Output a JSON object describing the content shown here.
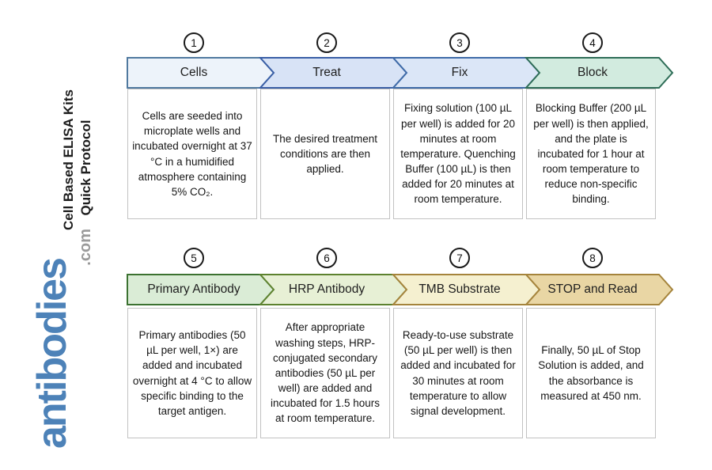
{
  "page": {
    "background": "#ffffff"
  },
  "sidebar": {
    "title_line1": "Cell Based ELISA Kits",
    "title_line2": "Quick Protocol",
    "title_color": "#1d1d1d"
  },
  "brand": {
    "name": "antibodies",
    "tld": ".com",
    "name_color": "#4d82b8",
    "tld_color": "#9a9a9a"
  },
  "steps": [
    {
      "number": "1",
      "label": "Cells",
      "fill": "#edf3fa",
      "stroke": "#50799f",
      "description": "Cells are seeded into microplate wells and incubated overnight at 37 °C in a humidified atmosphere containing 5% CO₂."
    },
    {
      "number": "2",
      "label": "Treat",
      "fill": "#d8e3f6",
      "stroke": "#3a5fa6",
      "description": "The desired treatment conditions are then applied."
    },
    {
      "number": "3",
      "label": "Fix",
      "fill": "#dbe6f7",
      "stroke": "#3f6ba8",
      "description": "Fixing solution (100 µL per well) is added for 20 minutes at room temperature. Quenching Buffer (100 µL) is then added for 20 minutes at room temperature."
    },
    {
      "number": "4",
      "label": "Block",
      "fill": "#d2ebdf",
      "stroke": "#2e6d57",
      "description": "Blocking Buffer (200 µL per well) is then applied, and the plate is incubated for 1 hour at room temperature to reduce non-specific binding."
    },
    {
      "number": "5",
      "label": "Primary Antibody",
      "fill": "#daecd6",
      "stroke": "#3c7231",
      "description": "Primary antibodies (50 µL per well, 1×) are added and incubated overnight at 4 °C to allow specific binding to the target antigen."
    },
    {
      "number": "6",
      "label": "HRP Antibody",
      "fill": "#e7f0d5",
      "stroke": "#5d822f",
      "description": "After appropriate washing steps, HRP-conjugated secondary antibodies (50 µL per well) are added and incubated for 1.5 hours at room temperature."
    },
    {
      "number": "7",
      "label": "TMB Substrate",
      "fill": "#f5f0d0",
      "stroke": "#a5843c",
      "description": "Ready-to-use substrate (50 µL per well) is then added and incubated for 30 minutes at room temperature to allow signal development."
    },
    {
      "number": "8",
      "label": "STOP and Read",
      "fill": "#e9d6a4",
      "stroke": "#a5843c",
      "description": "Finally, 50 µL of Stop Solution is added, and the absorbance is measured at 450 nm."
    }
  ]
}
